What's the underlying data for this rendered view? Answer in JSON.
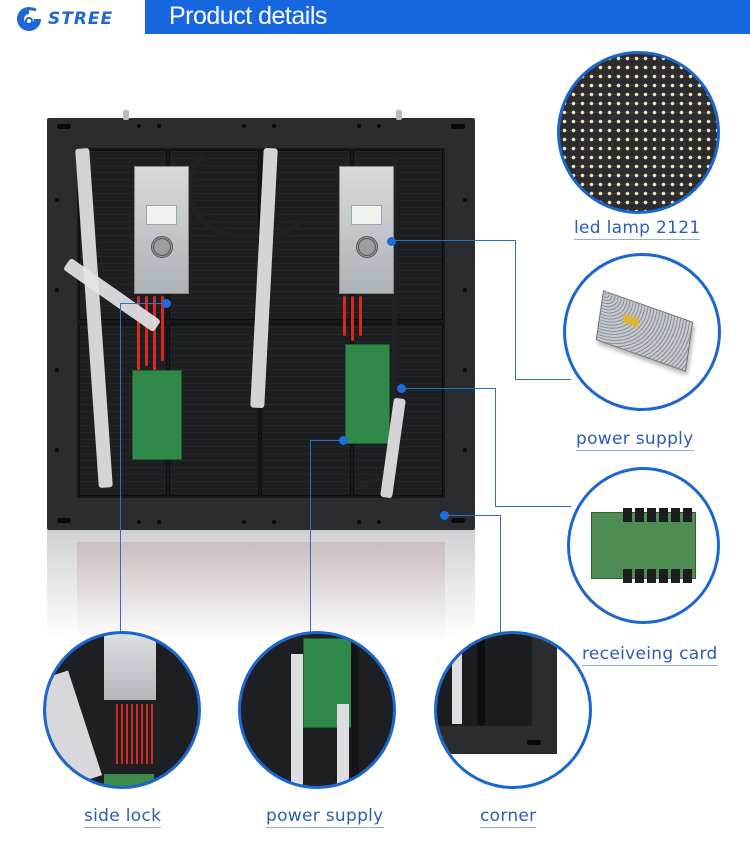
{
  "header": {
    "brand": "STREE",
    "title": "Product details",
    "banner_color": "#1667e0"
  },
  "main_image": {
    "subject": "LED display cabinet rear view"
  },
  "callouts": {
    "right": [
      {
        "id": "led-lamp",
        "label": "led lamp 2121",
        "icon": "led-matrix-closeup"
      },
      {
        "id": "power-supply-right",
        "label": "power supply",
        "icon": "power-supply-unit"
      },
      {
        "id": "receiving-card",
        "label": "receiveing card",
        "icon": "receiving-card-board"
      }
    ],
    "bottom": [
      {
        "id": "side-lock",
        "label": "side lock",
        "icon": "side-lock-closeup"
      },
      {
        "id": "power-supply-bottom",
        "label": "power supply",
        "icon": "control-board-closeup"
      },
      {
        "id": "corner",
        "label": "corner",
        "icon": "cabinet-corner-closeup"
      }
    ]
  },
  "colors": {
    "accent": "#1b66cf",
    "label_text": "#2b5fb3",
    "label_underline": "#8fb0e0",
    "callout_dot": "#1a6ce0"
  }
}
